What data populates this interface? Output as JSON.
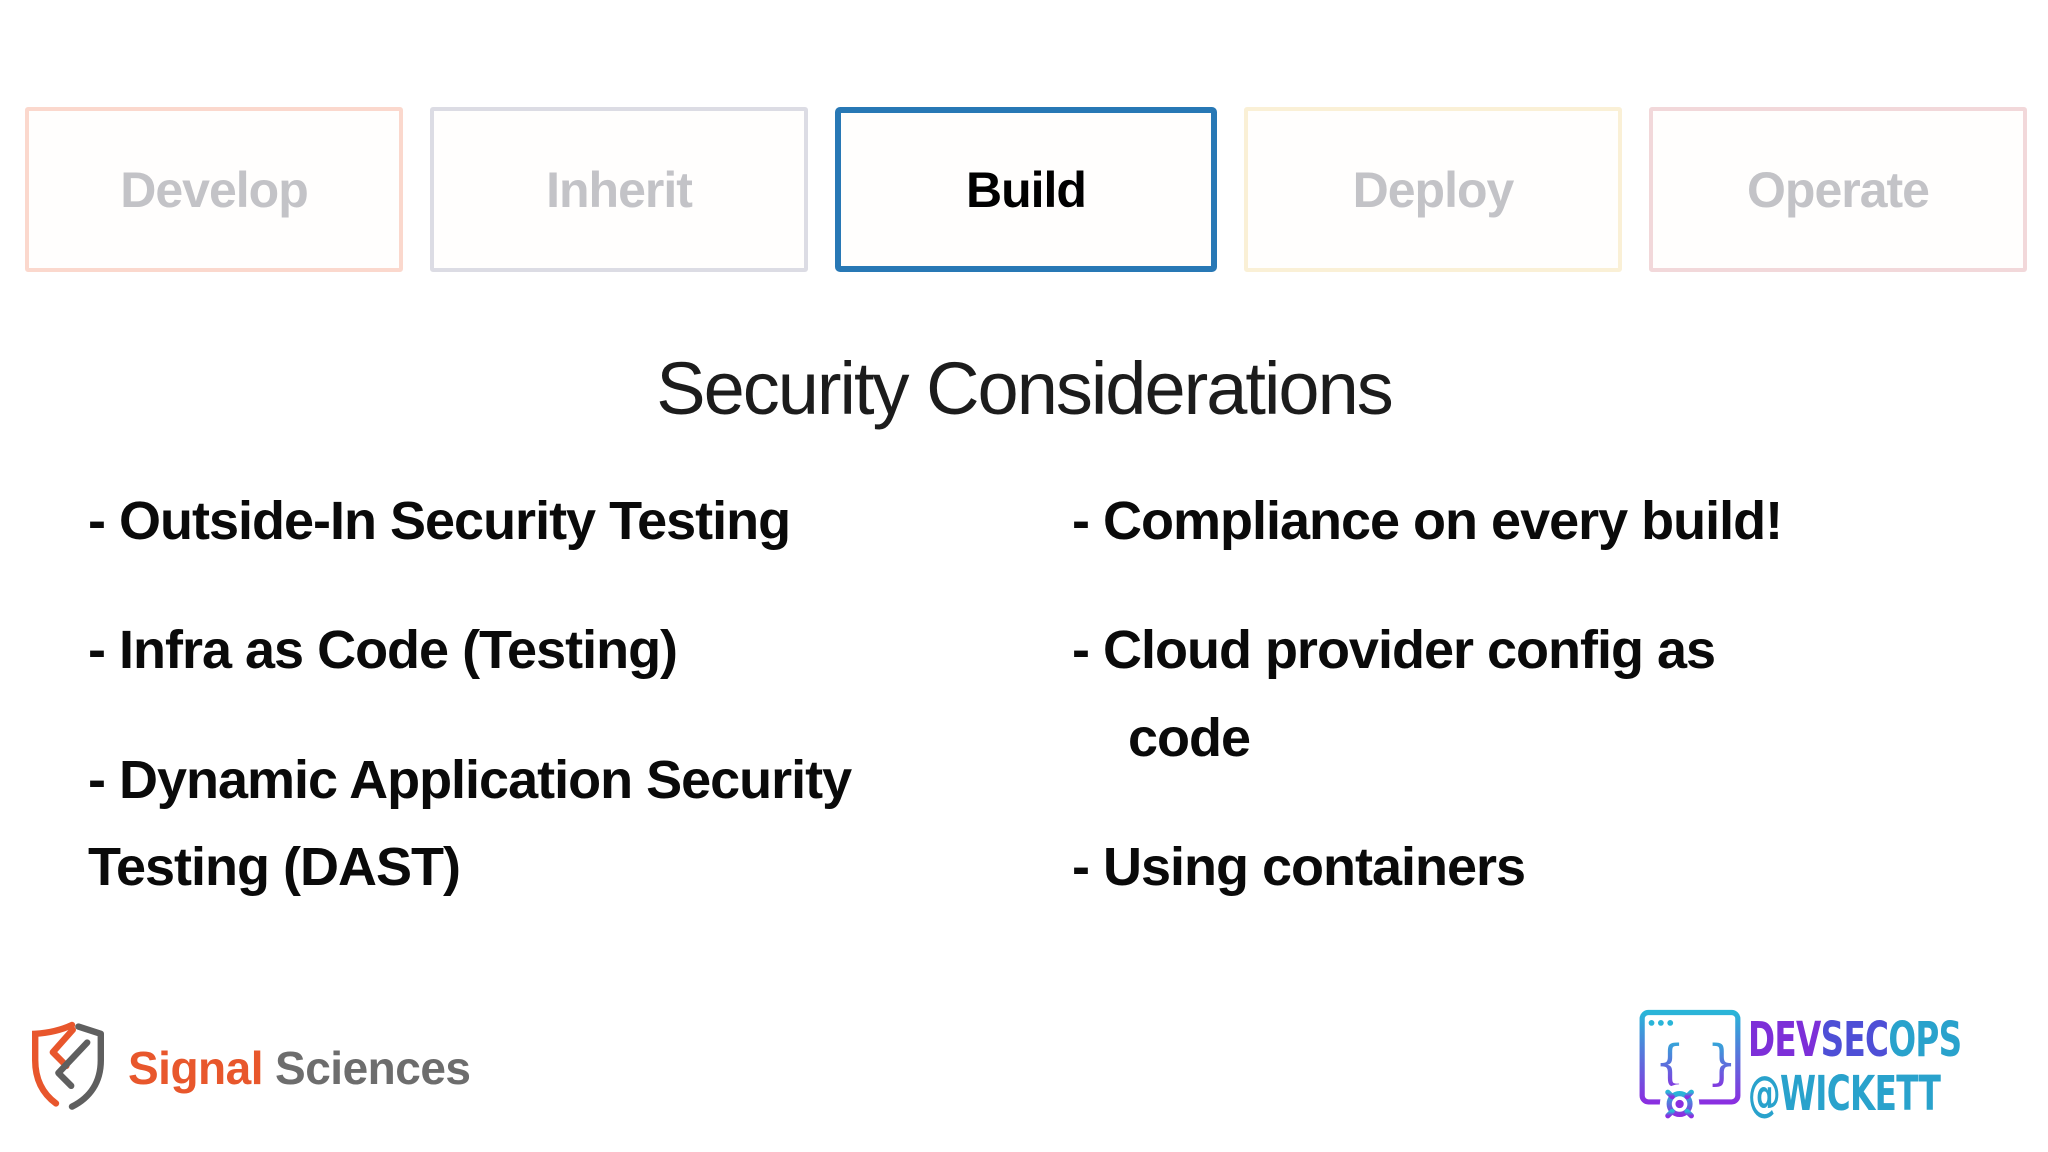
{
  "stages": [
    {
      "label": "Develop",
      "state": "inactive",
      "border_color": "#fbd8cd"
    },
    {
      "label": "Inherit",
      "state": "inactive",
      "border_color": "#dcdce4"
    },
    {
      "label": "Build",
      "state": "active",
      "border_color": "#2878b5"
    },
    {
      "label": "Deploy",
      "state": "inactive",
      "border_color": "#faf0d6"
    },
    {
      "label": "Operate",
      "state": "inactive",
      "border_color": "#f2d8da"
    }
  ],
  "title": "Security Considerations",
  "bullets": {
    "left": [
      "- Outside-In Security Testing",
      "- Infra as Code (Testing)",
      "- Dynamic Application Security\nTesting (DAST)"
    ],
    "right": [
      "- Compliance on every build!",
      "- Cloud provider config as\ncode",
      "- Using containers"
    ]
  },
  "footer": {
    "signal_sciences": {
      "icon": "shield-s-icon",
      "name_part1": "Signal",
      "name_part2": "Sciences",
      "orange": "#e8572c",
      "gray": "#6d6d6d"
    },
    "devsecops": {
      "icon": "browser-gear-icon",
      "segments": [
        {
          "text": "DEV",
          "color": "#7d2fd8"
        },
        {
          "text": "SEC",
          "color": "#4e4fd6"
        },
        {
          "text": "OPS",
          "color": "#29a2cc"
        }
      ],
      "line2": "@WICKETT",
      "line2_color": "#29a2cc"
    }
  },
  "colors": {
    "background": "#ffffff",
    "inactive_stage_text": "#c3c3c7",
    "active_stage_border": "#2878b5",
    "body_text": "#000000"
  }
}
